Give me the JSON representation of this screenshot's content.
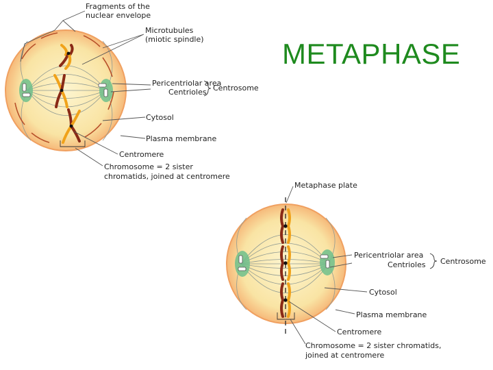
{
  "title": "METAPHASE",
  "colors": {
    "title": "#1e8a1e",
    "cell_fill": "#f9e6a8",
    "cell_edge": "#f2a15a",
    "centrosome": "#6fbf8c",
    "chromatid_dark": "#8a2a16",
    "chromatid_light": "#f0a21a",
    "spindle": "#8f9a93",
    "leader": "#555555"
  },
  "top_diagram": {
    "labels": {
      "nuclear_fragments_1": "Fragments of the",
      "nuclear_fragments_2": "nuclear envelope",
      "microtubules_1": "Microtubules",
      "microtubules_2": "(miotic spindle)",
      "pericentriolar": "Pericentriolar area",
      "centrioles": "Centrioles",
      "centrosome": "Centrosome",
      "cytosol": "Cytosol",
      "plasma_membrane": "Plasma membrane",
      "centromere": "Centromere",
      "chromosome_1": "Chromosome = 2 sister",
      "chromosome_2": "chromatids, joined at centromere"
    }
  },
  "bottom_diagram": {
    "labels": {
      "metaphase_plate": "Metaphase plate",
      "pericentriolar": "Pericentriolar area",
      "centrioles": "Centrioles",
      "centrosome": "Centrosome",
      "cytosol": "Cytosol",
      "plasma_membrane": "Plasma membrane",
      "centromere": "Centromere",
      "chromosome_1": "Chromosome = 2 sister chromatids,",
      "chromosome_2": "joined at centromere"
    }
  }
}
